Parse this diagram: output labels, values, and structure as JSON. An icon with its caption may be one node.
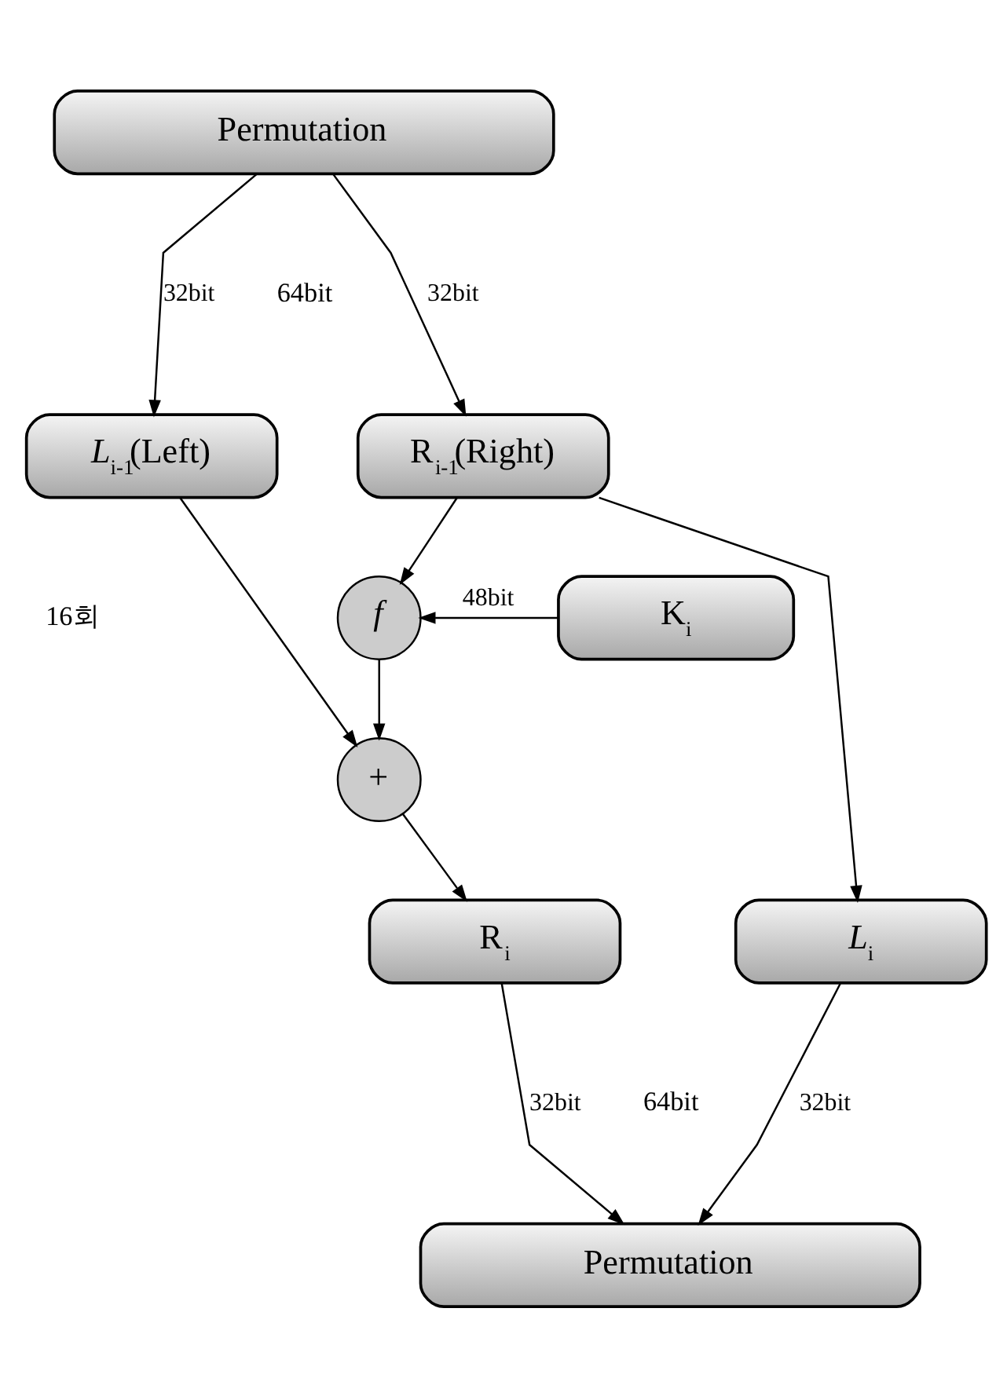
{
  "diagram": {
    "nodes": [
      {
        "text": [
          "Permutation"
        ]
      },
      {
        "text": [
          "*L*$_{i-1}$(Left)"
        ]
      },
      {
        "text": [
          "R$_{i-1}$(Right)"
        ]
      },
      {
        "text": [
          "*f*"
        ]
      },
      {
        "text": [
          "K$_{i}$"
        ]
      },
      {
        "text": [
          "+"
        ]
      },
      {
        "text": [
          "*L*$_{i}$"
        ]
      },
      {
        "text": [
          "R$_{i}$"
        ]
      },
      {
        "text": [
          "Permutation"
        ]
      }
    ],
    "edges": [
      {
        "from": 0,
        "to": 1,
        "arrow": "to",
        "label": "32bit"
      },
      {
        "from": 0,
        "to": 2,
        "arrow": "to",
        "label": "32bit"
      },
      {
        "from": 1,
        "to": 5,
        "arrow": "to"
      },
      {
        "from": 2,
        "to": 6,
        "arrow": "to"
      },
      {
        "from": 2,
        "to": 3,
        "arrow": "to"
      },
      {
        "from": 4,
        "to": 3,
        "arrow": "to",
        "label": "48bit"
      },
      {
        "from": 3,
        "to": 5,
        "arrow": "to"
      },
      {
        "from": 5,
        "to": 7,
        "arrow": "to"
      },
      {
        "from": 6,
        "to": 8,
        "arrow": "to",
        "label": "32bit"
      },
      {
        "from": 7,
        "to": 8,
        "arrow": "to",
        "label": "32bit"
      }
    ],
    "labels": [
      "64bit",
      "16회",
      "64bit"
    ]
  }
}
